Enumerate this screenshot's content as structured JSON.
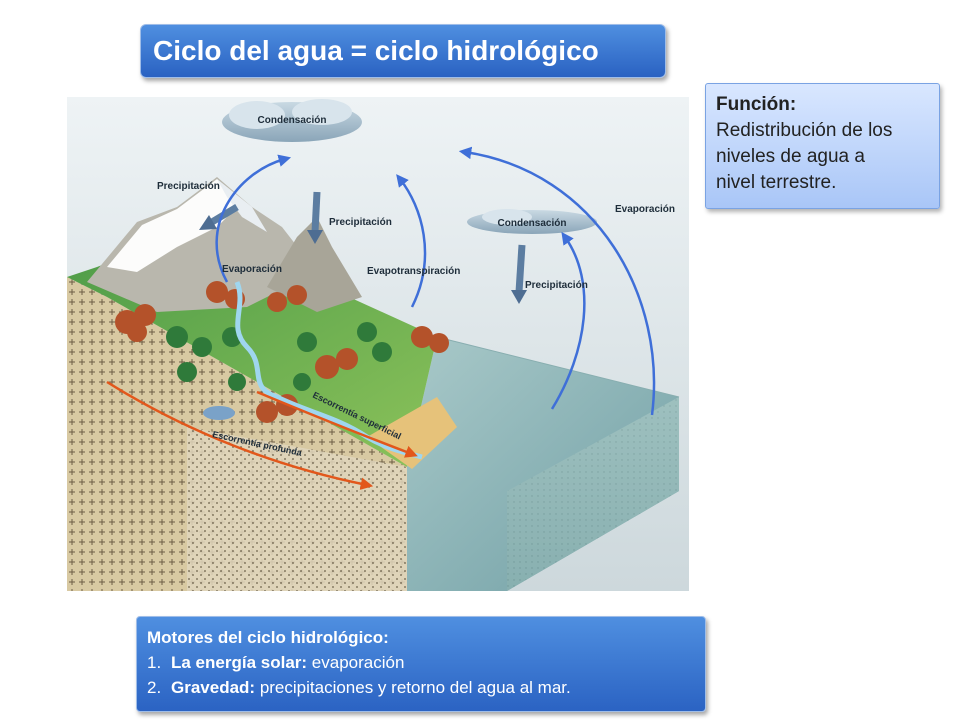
{
  "title": "Ciclo del agua = ciclo hidrológico",
  "function_box": {
    "label": "Función:",
    "line1": "Redistribución de los",
    "line2": "niveles de agua a",
    "line3": "nivel terrestre."
  },
  "motors_box": {
    "heading": "Motores del ciclo hidrológico:",
    "items": [
      {
        "number": "1.",
        "bold": "La energía solar:",
        "rest": " evaporación"
      },
      {
        "number": "2.",
        "bold": "Gravedad:",
        "rest": " precipitaciones y retorno del agua al mar."
      }
    ]
  },
  "diagram_labels": {
    "condensacion_1": "Condensación",
    "condensacion_2": "Condensación",
    "precipitacion_1": "Precipitación",
    "precipitacion_2": "Precipitación",
    "precipitacion_3": "Precipitación",
    "evaporacion_1": "Evaporación",
    "evaporacion_2": "Evaporación",
    "evapotranspiracion": "Evapotranspiración",
    "escorrentia_superficial": "Escorrentía superficial",
    "escorrentia_profunda": "Escorrentía profunda"
  },
  "colors": {
    "title_bg": "#3a78d6",
    "function_bg": "#c4d8fb",
    "arrow_blue": "#3f6fd8",
    "runoff_orange": "#e2571b"
  }
}
